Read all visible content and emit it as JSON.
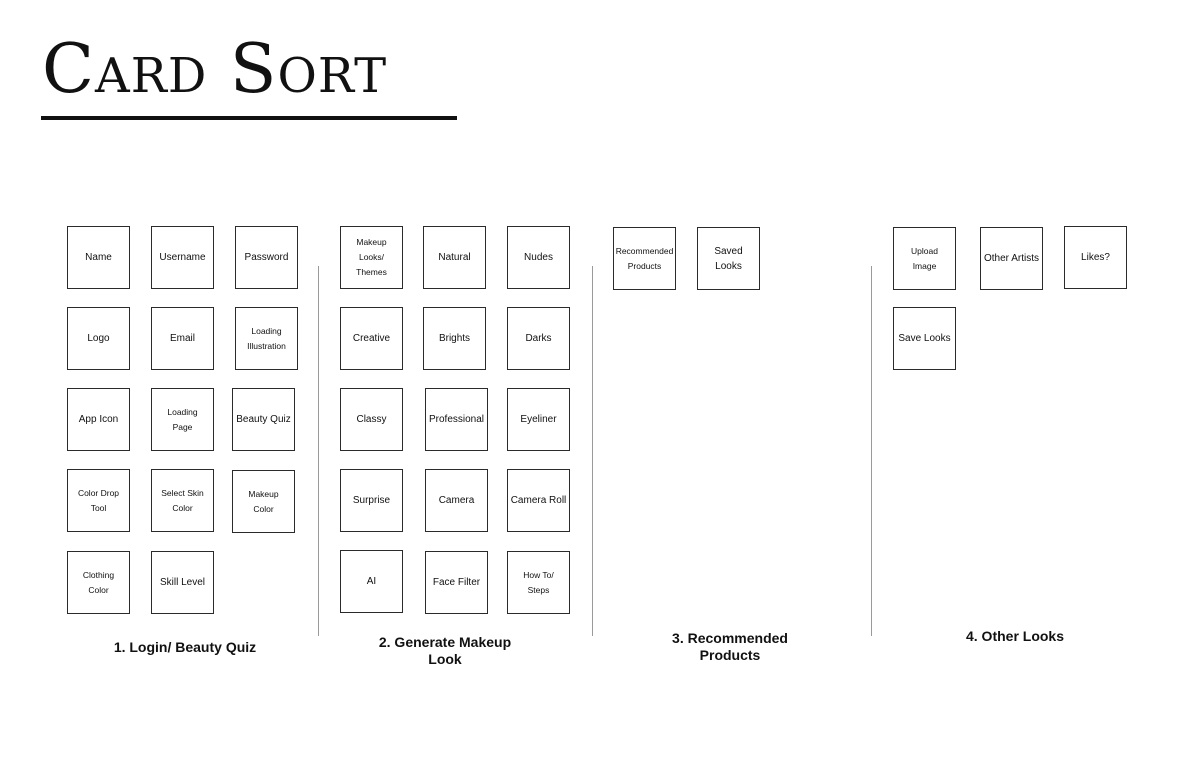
{
  "title": "Card Sort",
  "groups": [
    {
      "heading": "1. Login/ Beauty Quiz",
      "cards": [
        "Name",
        "Username",
        "Password",
        "Logo",
        "Email",
        "Loading\nIllustration",
        "App Icon",
        "Loading\nPage",
        "Beauty Quiz",
        "Color Drop\nTool",
        "Select Skin\nColor",
        "Makeup\nColor",
        "Clothing\nColor",
        "Skill Level"
      ]
    },
    {
      "heading": "2. Generate Makeup\nLook",
      "cards": [
        "Makeup\nLooks/\nThemes",
        "Natural",
        "Nudes",
        "Creative",
        "Brights",
        "Darks",
        "Classy",
        "Professional",
        "Eyeliner",
        "Surprise",
        "Camera",
        "Camera Roll",
        "AI",
        "Face Filter",
        "How To/\nSteps"
      ]
    },
    {
      "heading": "3. Recommended\nProducts",
      "cards": [
        "Recommended\nProducts",
        "Saved Looks"
      ]
    },
    {
      "heading": "4. Other Looks",
      "cards": [
        "Upload\nImage",
        "Other Artists",
        "Likes?",
        "Save Looks"
      ]
    }
  ]
}
